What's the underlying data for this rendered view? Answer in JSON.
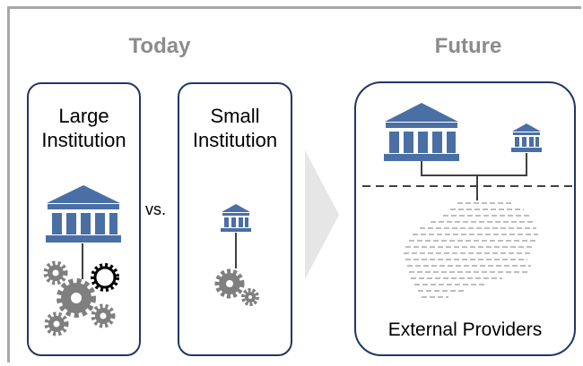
{
  "headings": {
    "today": "Today",
    "future": "Future"
  },
  "panels": {
    "large_institution": {
      "label_line1": "Large",
      "label_line2": "Institution"
    },
    "small_institution": {
      "label_line1": "Small",
      "label_line2": "Institution"
    },
    "future": {
      "providers_label": "External Providers"
    }
  },
  "comparison_word": "vs.",
  "colors": {
    "institution": "#4a6fa5",
    "border": "#1f3864",
    "gear": "#7f7f7f",
    "heading": "#8c8c8c",
    "arrow": "#e6e6e6"
  },
  "icons": [
    "bank-icon",
    "gear-icon",
    "arrow-right-icon"
  ]
}
